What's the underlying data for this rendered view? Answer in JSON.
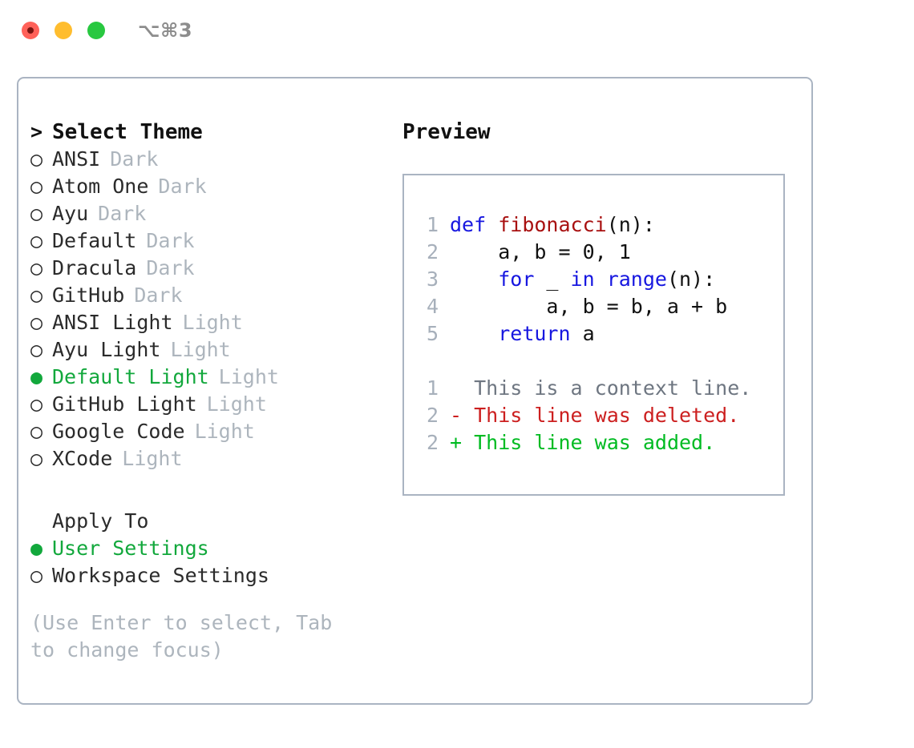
{
  "titlebar": {
    "shortcut": "⌥⌘3",
    "buttons": {
      "close": "close",
      "minimize": "minimize",
      "maximize": "maximize"
    }
  },
  "left": {
    "header": {
      "marker": ">",
      "label": "Select Theme"
    },
    "themes": [
      {
        "marker": "○",
        "name": "ANSI",
        "category": "Dark",
        "selected": false
      },
      {
        "marker": "○",
        "name": "Atom One",
        "category": "Dark",
        "selected": false
      },
      {
        "marker": "○",
        "name": "Ayu",
        "category": "Dark",
        "selected": false
      },
      {
        "marker": "○",
        "name": "Default",
        "category": "Dark",
        "selected": false
      },
      {
        "marker": "○",
        "name": "Dracula",
        "category": "Dark",
        "selected": false
      },
      {
        "marker": "○",
        "name": "GitHub",
        "category": "Dark",
        "selected": false
      },
      {
        "marker": "○",
        "name": "ANSI Light",
        "category": "Light",
        "selected": false
      },
      {
        "marker": "○",
        "name": "Ayu Light",
        "category": "Light",
        "selected": false
      },
      {
        "marker": "●",
        "name": "Default Light",
        "category": "Light",
        "selected": true
      },
      {
        "marker": "○",
        "name": "GitHub Light",
        "category": "Light",
        "selected": false
      },
      {
        "marker": "○",
        "name": "Google Code",
        "category": "Light",
        "selected": false
      },
      {
        "marker": "○",
        "name": "XCode",
        "category": "Light",
        "selected": false
      }
    ],
    "apply_to": {
      "title": "Apply To",
      "options": [
        {
          "marker": "●",
          "label": "User Settings",
          "selected": true
        },
        {
          "marker": "○",
          "label": "Workspace Settings",
          "selected": false
        }
      ]
    },
    "hint": "(Use Enter to select, Tab to change focus)"
  },
  "right": {
    "title": "Preview",
    "code": [
      {
        "lineno": "1",
        "tokens": [
          {
            "text": "def ",
            "type": "kw"
          },
          {
            "text": "fibonacci",
            "type": "fn"
          },
          {
            "text": "(n):",
            "type": "txt"
          }
        ]
      },
      {
        "lineno": "2",
        "tokens": [
          {
            "text": "    a, b = 0, 1",
            "type": "txt"
          }
        ]
      },
      {
        "lineno": "3",
        "tokens": [
          {
            "text": "    ",
            "type": "txt"
          },
          {
            "text": "for",
            "type": "kw"
          },
          {
            "text": " _ ",
            "type": "txt"
          },
          {
            "text": "in ",
            "type": "kw"
          },
          {
            "text": "range",
            "type": "kw"
          },
          {
            "text": "(n):",
            "type": "txt"
          }
        ]
      },
      {
        "lineno": "4",
        "tokens": [
          {
            "text": "        a, b = b, a + b",
            "type": "txt"
          }
        ]
      },
      {
        "lineno": "5",
        "tokens": [
          {
            "text": "    ",
            "type": "txt"
          },
          {
            "text": "return",
            "type": "kw"
          },
          {
            "text": " a",
            "type": "txt"
          }
        ]
      }
    ],
    "diff": [
      {
        "lineno": "1",
        "sign": " ",
        "text": "This is a context line.",
        "type": "ctx"
      },
      {
        "lineno": "2",
        "sign": "-",
        "text": "This line was deleted.",
        "type": "del"
      },
      {
        "lineno": "2",
        "sign": "+",
        "text": "This line was added.",
        "type": "add"
      }
    ]
  },
  "colors": {
    "selected_green": "#12a83c",
    "diff_added": "#00bb22",
    "diff_deleted": "#cc1f1f",
    "keyword_blue": "#1717e0",
    "function_red": "#a81010",
    "muted_gray": "#adb5bd",
    "border": "#aab4c2"
  }
}
